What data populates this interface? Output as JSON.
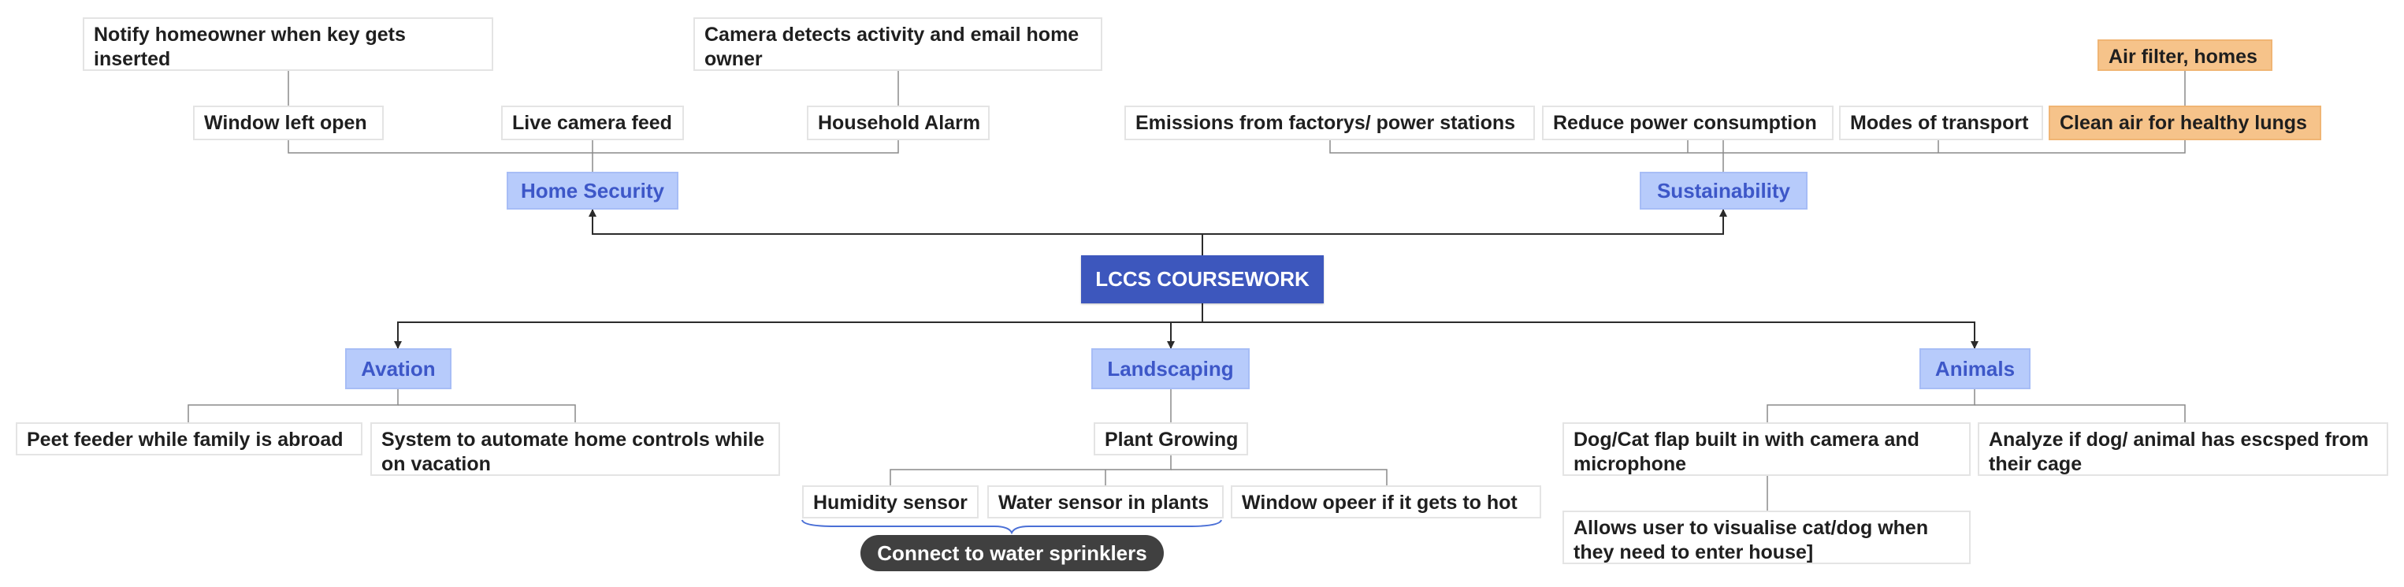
{
  "colors": {
    "root": "#3d57bd",
    "category_fill": "#b7cbfb",
    "category_text": "#3d57c8",
    "highlight": "#f6c38a",
    "pill": "#404040",
    "line": "#8a8a8a",
    "arrow": "#2b2b2b",
    "brace": "#4a6fd6"
  },
  "root": {
    "label": "LCCS COURSEWORK"
  },
  "home_security": {
    "label": "Home Security",
    "window_left_open": "Window left open",
    "notify_homeowner": "Notify homeowner when key gets inserted",
    "live_camera_feed": "Live camera feed",
    "household_alarm": "Household Alarm",
    "camera_detects": "Camera detects activity and email home owner"
  },
  "sustainability": {
    "label": "Sustainability",
    "emissions": "Emissions from factorys/ power stations",
    "reduce_power": "Reduce power consumption",
    "modes_transport": "Modes of transport",
    "clean_air": "Clean air for healthy lungs",
    "air_filter": "Air filter, homes"
  },
  "avation": {
    "label": "Avation",
    "pet_feeder": "Peet feeder while family is abroad",
    "automate_home": "System to automate home controls while on vacation"
  },
  "landscaping": {
    "label": "Landscaping",
    "plant_growing": "Plant Growing",
    "humidity_sensor": "Humidity sensor",
    "water_sensor": "Water sensor in plants",
    "window_opener": "Window opeer if it gets to hot",
    "sprinklers": "Connect to water sprinklers"
  },
  "animals": {
    "label": "Animals",
    "dog_cat_flap": "Dog/Cat flap built in with camera and microphone",
    "visualise": "Allows user to visualise cat/dog when they need to enter house]",
    "analyze_escape": "Analyze if dog/ animal has escsped from their cage"
  }
}
